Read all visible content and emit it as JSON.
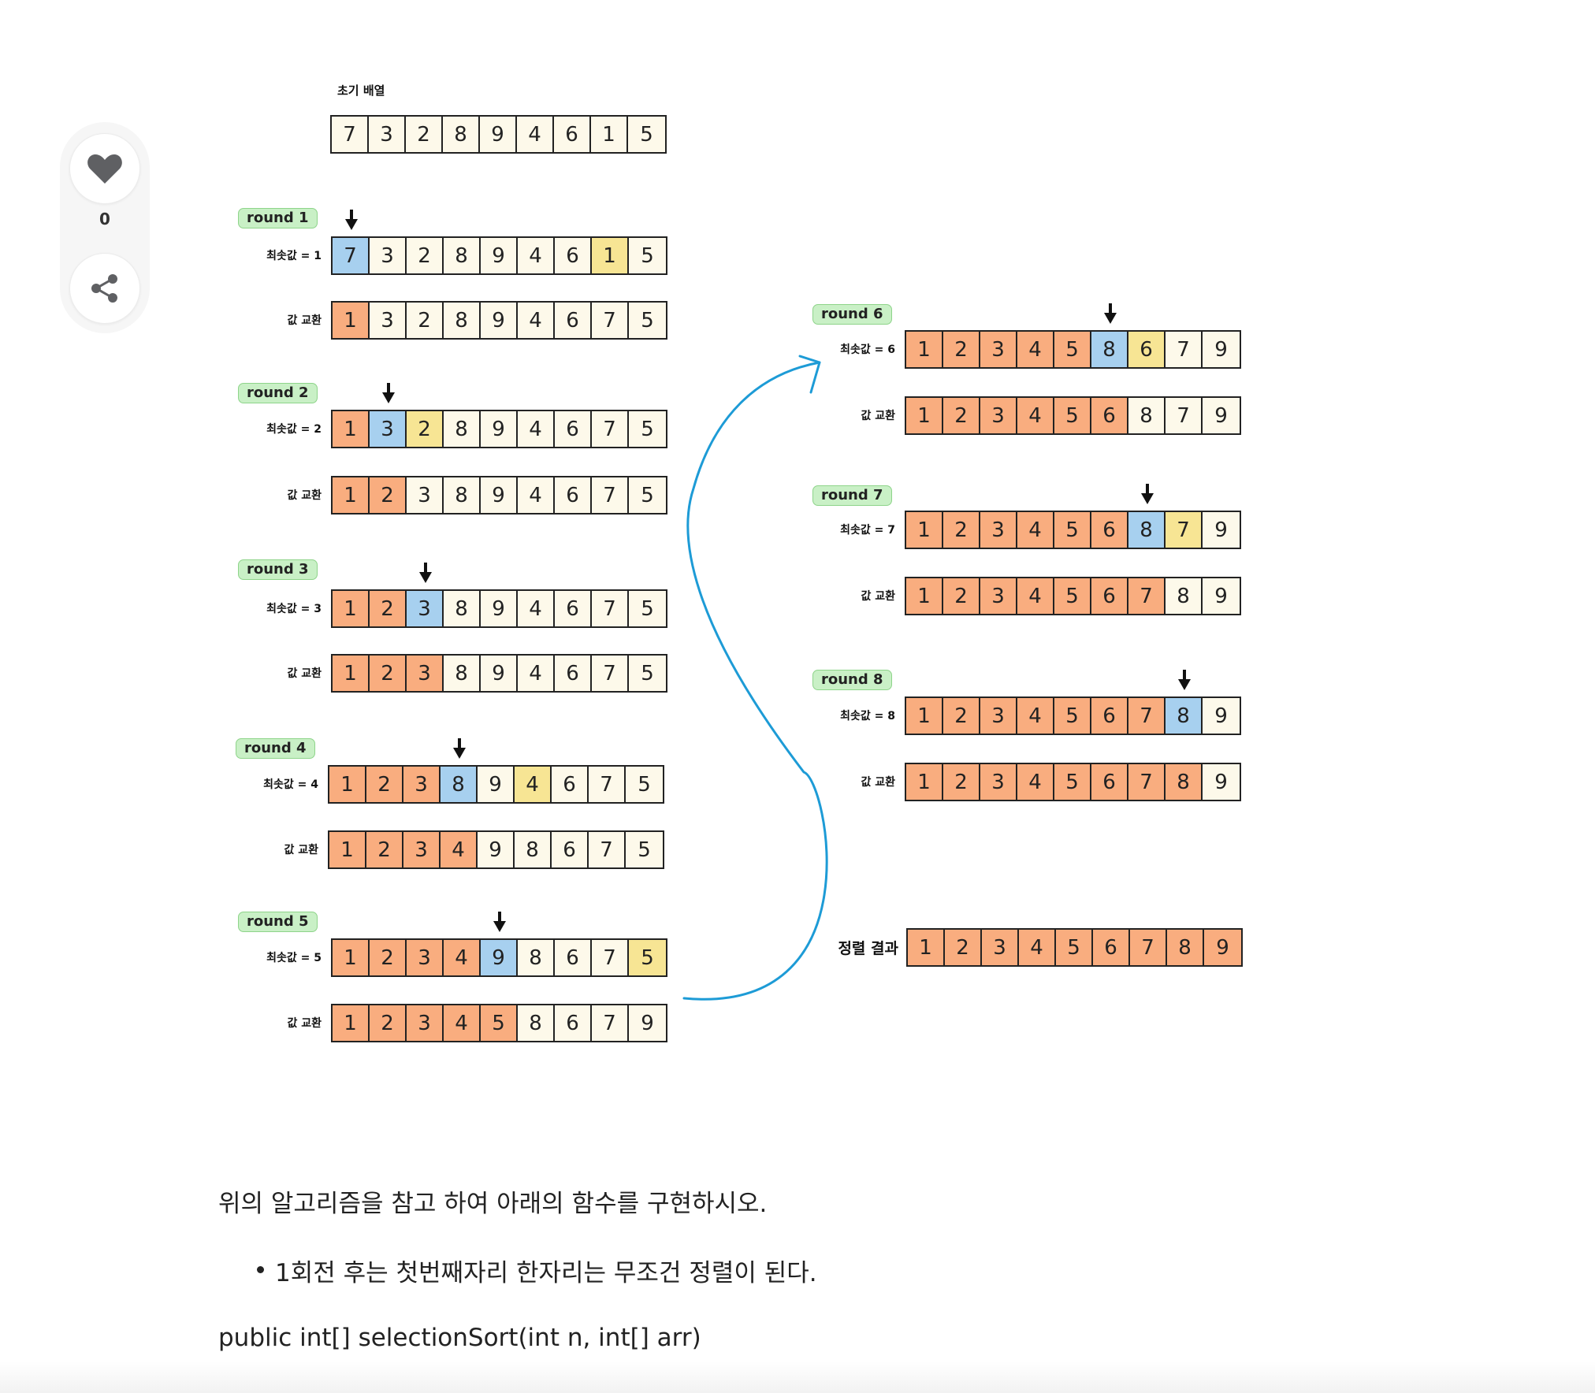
{
  "colors": {
    "sorted": "#f9ad7f",
    "current_position": "#a7d0ef",
    "minimum_value": "#f7e594",
    "unsorted": "#fdf9ea",
    "round_badge": "#c9f0c6",
    "flow_arrow": "#1d9bd6"
  },
  "sidebar": {
    "like_icon": "heart-icon",
    "like_count": "0",
    "share_icon": "share-icon"
  },
  "diagram": {
    "initial_label": "초기 배열",
    "initial_array": [
      7,
      3,
      2,
      8,
      9,
      4,
      6,
      1,
      5
    ],
    "swap_label": "값 교환",
    "rounds": [
      {
        "badge": "round 1",
        "min_label": "최솟값 = 1",
        "before": [
          7,
          3,
          2,
          8,
          9,
          4,
          6,
          1,
          5
        ],
        "current_index": 0,
        "min_index": 7,
        "after": [
          1,
          3,
          2,
          8,
          9,
          4,
          6,
          7,
          5
        ]
      },
      {
        "badge": "round 2",
        "min_label": "최솟값 = 2",
        "before": [
          1,
          3,
          2,
          8,
          9,
          4,
          6,
          7,
          5
        ],
        "current_index": 1,
        "min_index": 2,
        "after": [
          1,
          2,
          3,
          8,
          9,
          4,
          6,
          7,
          5
        ]
      },
      {
        "badge": "round 3",
        "min_label": "최솟값 = 3",
        "before": [
          1,
          2,
          3,
          8,
          9,
          4,
          6,
          7,
          5
        ],
        "current_index": 2,
        "min_index": 2,
        "after": [
          1,
          2,
          3,
          8,
          9,
          4,
          6,
          7,
          5
        ]
      },
      {
        "badge": "round 4",
        "min_label": "최솟값 = 4",
        "before": [
          1,
          2,
          3,
          8,
          9,
          4,
          6,
          7,
          5
        ],
        "current_index": 3,
        "min_index": 5,
        "after": [
          1,
          2,
          3,
          4,
          9,
          8,
          6,
          7,
          5
        ]
      },
      {
        "badge": "round 5",
        "min_label": "최솟값 = 5",
        "before": [
          1,
          2,
          3,
          4,
          9,
          8,
          6,
          7,
          5
        ],
        "current_index": 4,
        "min_index": 8,
        "after": [
          1,
          2,
          3,
          4,
          5,
          8,
          6,
          7,
          9
        ]
      },
      {
        "badge": "round 6",
        "min_label": "최솟값 = 6",
        "before": [
          1,
          2,
          3,
          4,
          5,
          8,
          6,
          7,
          9
        ],
        "current_index": 5,
        "min_index": 6,
        "after": [
          1,
          2,
          3,
          4,
          5,
          6,
          8,
          7,
          9
        ]
      },
      {
        "badge": "round 7",
        "min_label": "최솟값 = 7",
        "before": [
          1,
          2,
          3,
          4,
          5,
          6,
          8,
          7,
          9
        ],
        "current_index": 6,
        "min_index": 7,
        "after": [
          1,
          2,
          3,
          4,
          5,
          6,
          7,
          8,
          9
        ]
      },
      {
        "badge": "round 8",
        "min_label": "최솟값 = 8",
        "before": [
          1,
          2,
          3,
          4,
          5,
          6,
          7,
          8,
          9
        ],
        "current_index": 7,
        "min_index": 7,
        "after": [
          1,
          2,
          3,
          4,
          5,
          6,
          7,
          8,
          9
        ]
      }
    ],
    "final_label": "정렬 결과",
    "final_array": [
      1,
      2,
      3,
      4,
      5,
      6,
      7,
      8,
      9
    ]
  },
  "content": {
    "instruction": "위의 알고리즘을 참고 하여 아래의 함수를 구현하시오.",
    "bullet": "1회전 후는 첫번째자리 한자리는 무조건 정렬이 된다.",
    "signature": "public int[] selectionSort(int n, int[] arr)"
  }
}
